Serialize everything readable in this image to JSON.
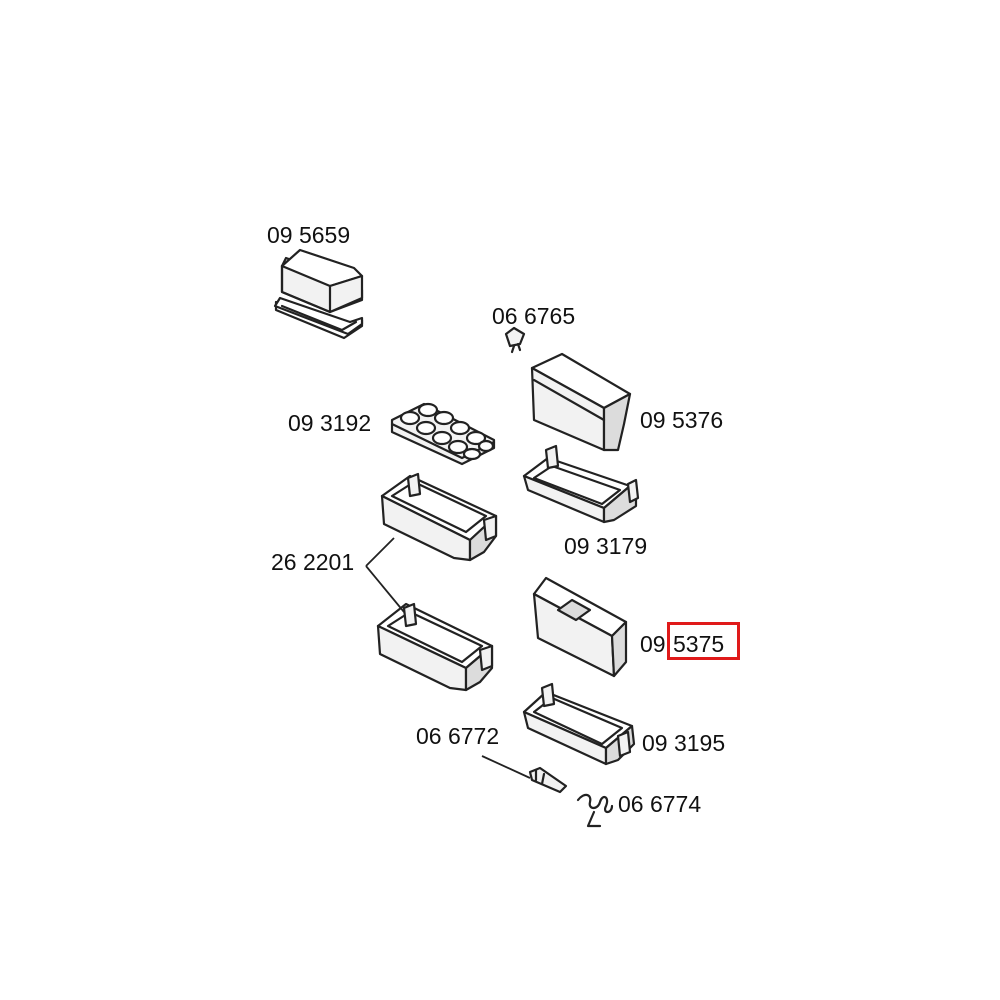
{
  "labels": {
    "p095659": "09 5659",
    "p066765": "06 6765",
    "p093192": "09 3192",
    "p095376": "09 5376",
    "p093179": "09 3179",
    "p262201": "26 2201",
    "p095375_prefix": "09",
    "p095375_suffix": "5375",
    "p066772": "06 6772",
    "p093195": "09 3195",
    "p066774": "06 6774"
  },
  "colors": {
    "highlight": "#e01a1a",
    "line": "#222222"
  }
}
